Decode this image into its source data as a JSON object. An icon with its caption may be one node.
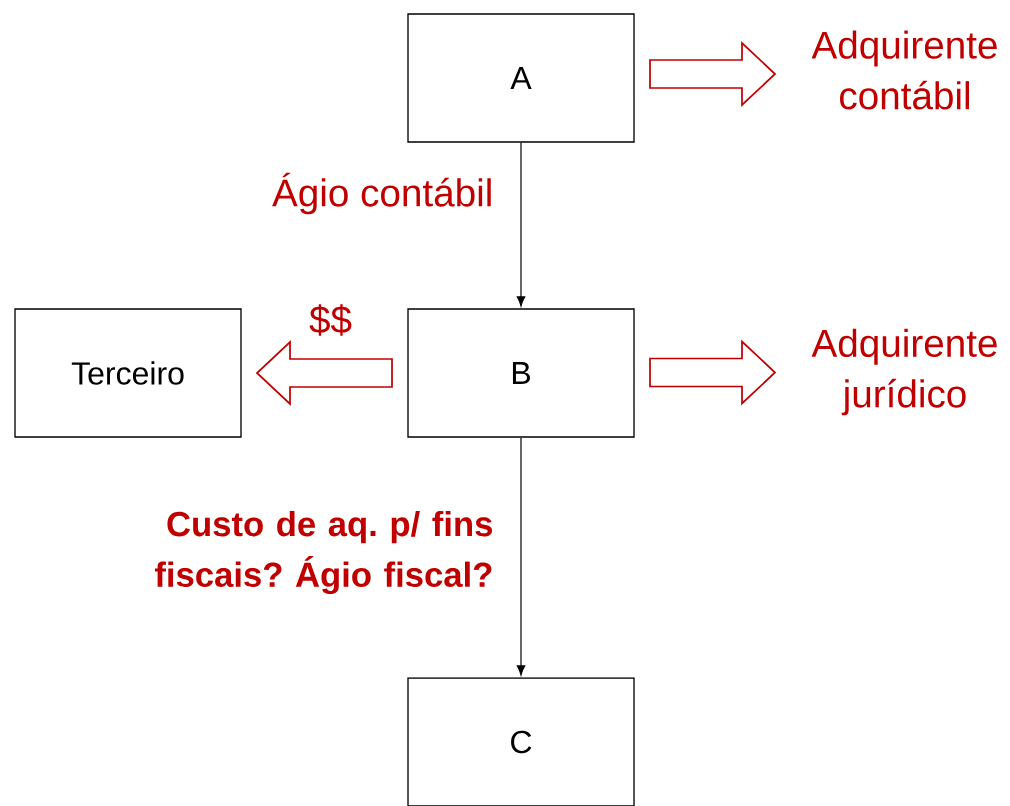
{
  "diagram": {
    "nodes": [
      {
        "text": [
          "A"
        ]
      },
      {
        "text": [
          "Adquirente contábil"
        ]
      },
      {
        "text": [
          "Terceiro"
        ]
      },
      {
        "text": [
          "B"
        ]
      },
      {
        "text": [
          "Adquirente jurídico"
        ]
      },
      {
        "text": [
          "C"
        ]
      }
    ],
    "edges": [
      {
        "from": 0,
        "to": 3,
        "arrow": "to",
        "label": "Ágio contábil"
      },
      {
        "from": 0,
        "to": 1,
        "arrow": "to",
        "style": "thick",
        "color": "#c00000"
      },
      {
        "from": 3,
        "to": 2,
        "arrow": "to",
        "style": "thick",
        "color": "#c00000",
        "label": "$$"
      },
      {
        "from": 3,
        "to": 4,
        "arrow": "to",
        "style": "thick",
        "color": "#c00000"
      },
      {
        "from": 3,
        "to": 5,
        "arrow": "to",
        "label": "Custo de aq. p/ fins fiscais? Ágio fiscal?"
      }
    ]
  }
}
